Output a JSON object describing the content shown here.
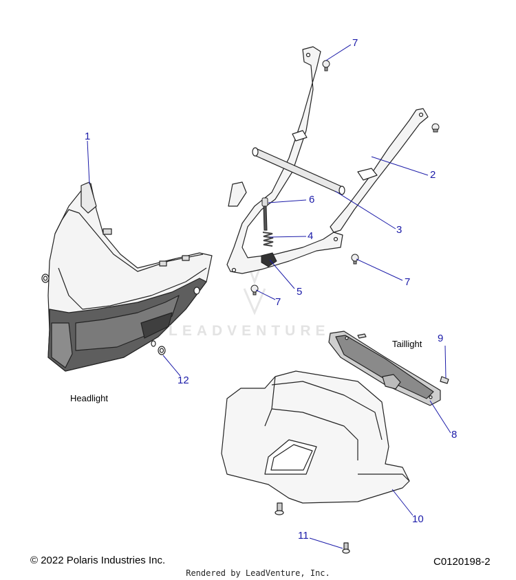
{
  "callouts": {
    "c1": "1",
    "c2": "2",
    "c3": "3",
    "c4": "4",
    "c5": "5",
    "c6": "6",
    "c7a": "7",
    "c7b": "7",
    "c7c": "7",
    "c8": "8",
    "c9": "9",
    "c10": "10",
    "c11": "11",
    "c12": "12"
  },
  "labels": {
    "headlight": "Headlight",
    "taillight": "Taillight"
  },
  "footer": {
    "copyright": "© 2022 Polaris Industries Inc.",
    "diagram_id": "C0120198-2",
    "rendered_by": "Rendered by LeadVenture, Inc."
  },
  "watermark": "LEADVENTURE",
  "colors": {
    "callout": "#1a1aa8",
    "leader": "#1a1aa8",
    "line": "#222222",
    "part_fill": "#f2f2f2",
    "shade": "#8a8a8a"
  }
}
